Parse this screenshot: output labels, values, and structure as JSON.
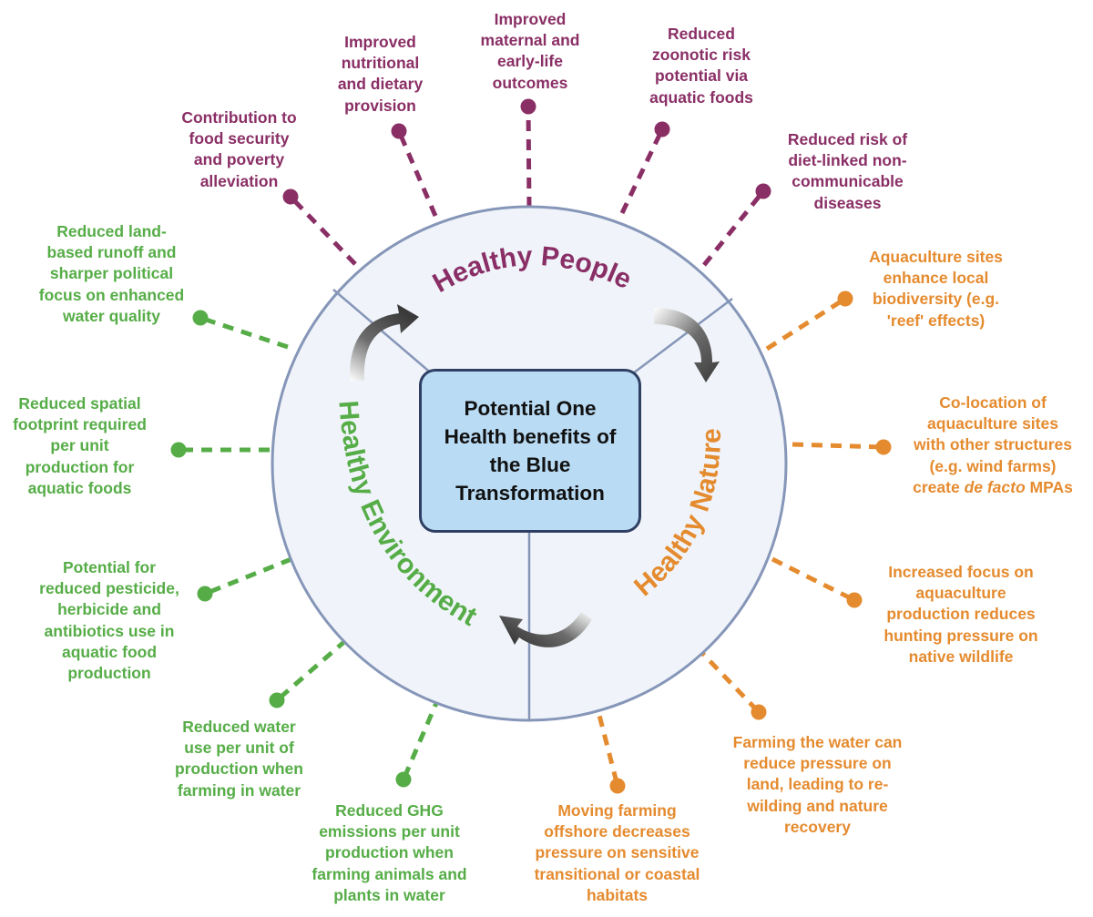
{
  "title": "Potential One Health benefits of the Blue Transformation",
  "colors": {
    "people": "#8a2f66",
    "environment": "#56ad47",
    "nature": "#e58b2f",
    "circle_fill": "#f0f4fa",
    "circle_stroke": "#8696b8",
    "center_fill": "#b9dbf4",
    "center_border": "#2f3f63"
  },
  "domains": {
    "people": "Healthy People",
    "nature": "Healthy Nature",
    "environment": "Healthy Environment"
  },
  "people_benefits": [
    "Contribution to\nfood security\nand poverty\nalleviation",
    "Improved\nnutritional\nand dietary\nprovision",
    "Improved\nmaternal and\nearly-life\noutcomes",
    "Reduced\nzoonotic risk\npotential via\naquatic foods",
    "Reduced risk of\ndiet-linked non-\ncommunicable\ndiseases"
  ],
  "nature_benefits": [
    "Aquaculture sites\nenhance local\nbiodiversity (e.g.\n'reef' effects)",
    {
      "lines": [
        "Co-location of",
        "aquaculture sites",
        "with other structures",
        "(e.g. wind farms)"
      ],
      "last_prefix": "create ",
      "last_italic": "de facto",
      "last_suffix": " MPAs"
    },
    "Increased focus on\naquaculture\nproduction reduces\nhunting pressure on\nnative wildlife",
    "Farming the water can\nreduce pressure on\nland, leading to re-\nwilding and nature\nrecovery",
    "Moving farming\noffshore decreases\npressure on sensitive\ntransitional or coastal\nhabitats"
  ],
  "environment_benefits": [
    "Reduced land-\nbased runoff and\nsharper political\nfocus on enhanced\nwater quality",
    "Reduced spatial\nfootprint required\nper unit\nproduction for\naquatic foods",
    "Potential for\nreduced pesticide,\nherbicide and\nantibiotics use in\naquatic food\nproduction",
    "Reduced water\nuse per unit of\nproduction when\nfarming in water",
    "Reduced GHG\nemissions per unit\nproduction when\nfarming animals and\nplants in water"
  ]
}
